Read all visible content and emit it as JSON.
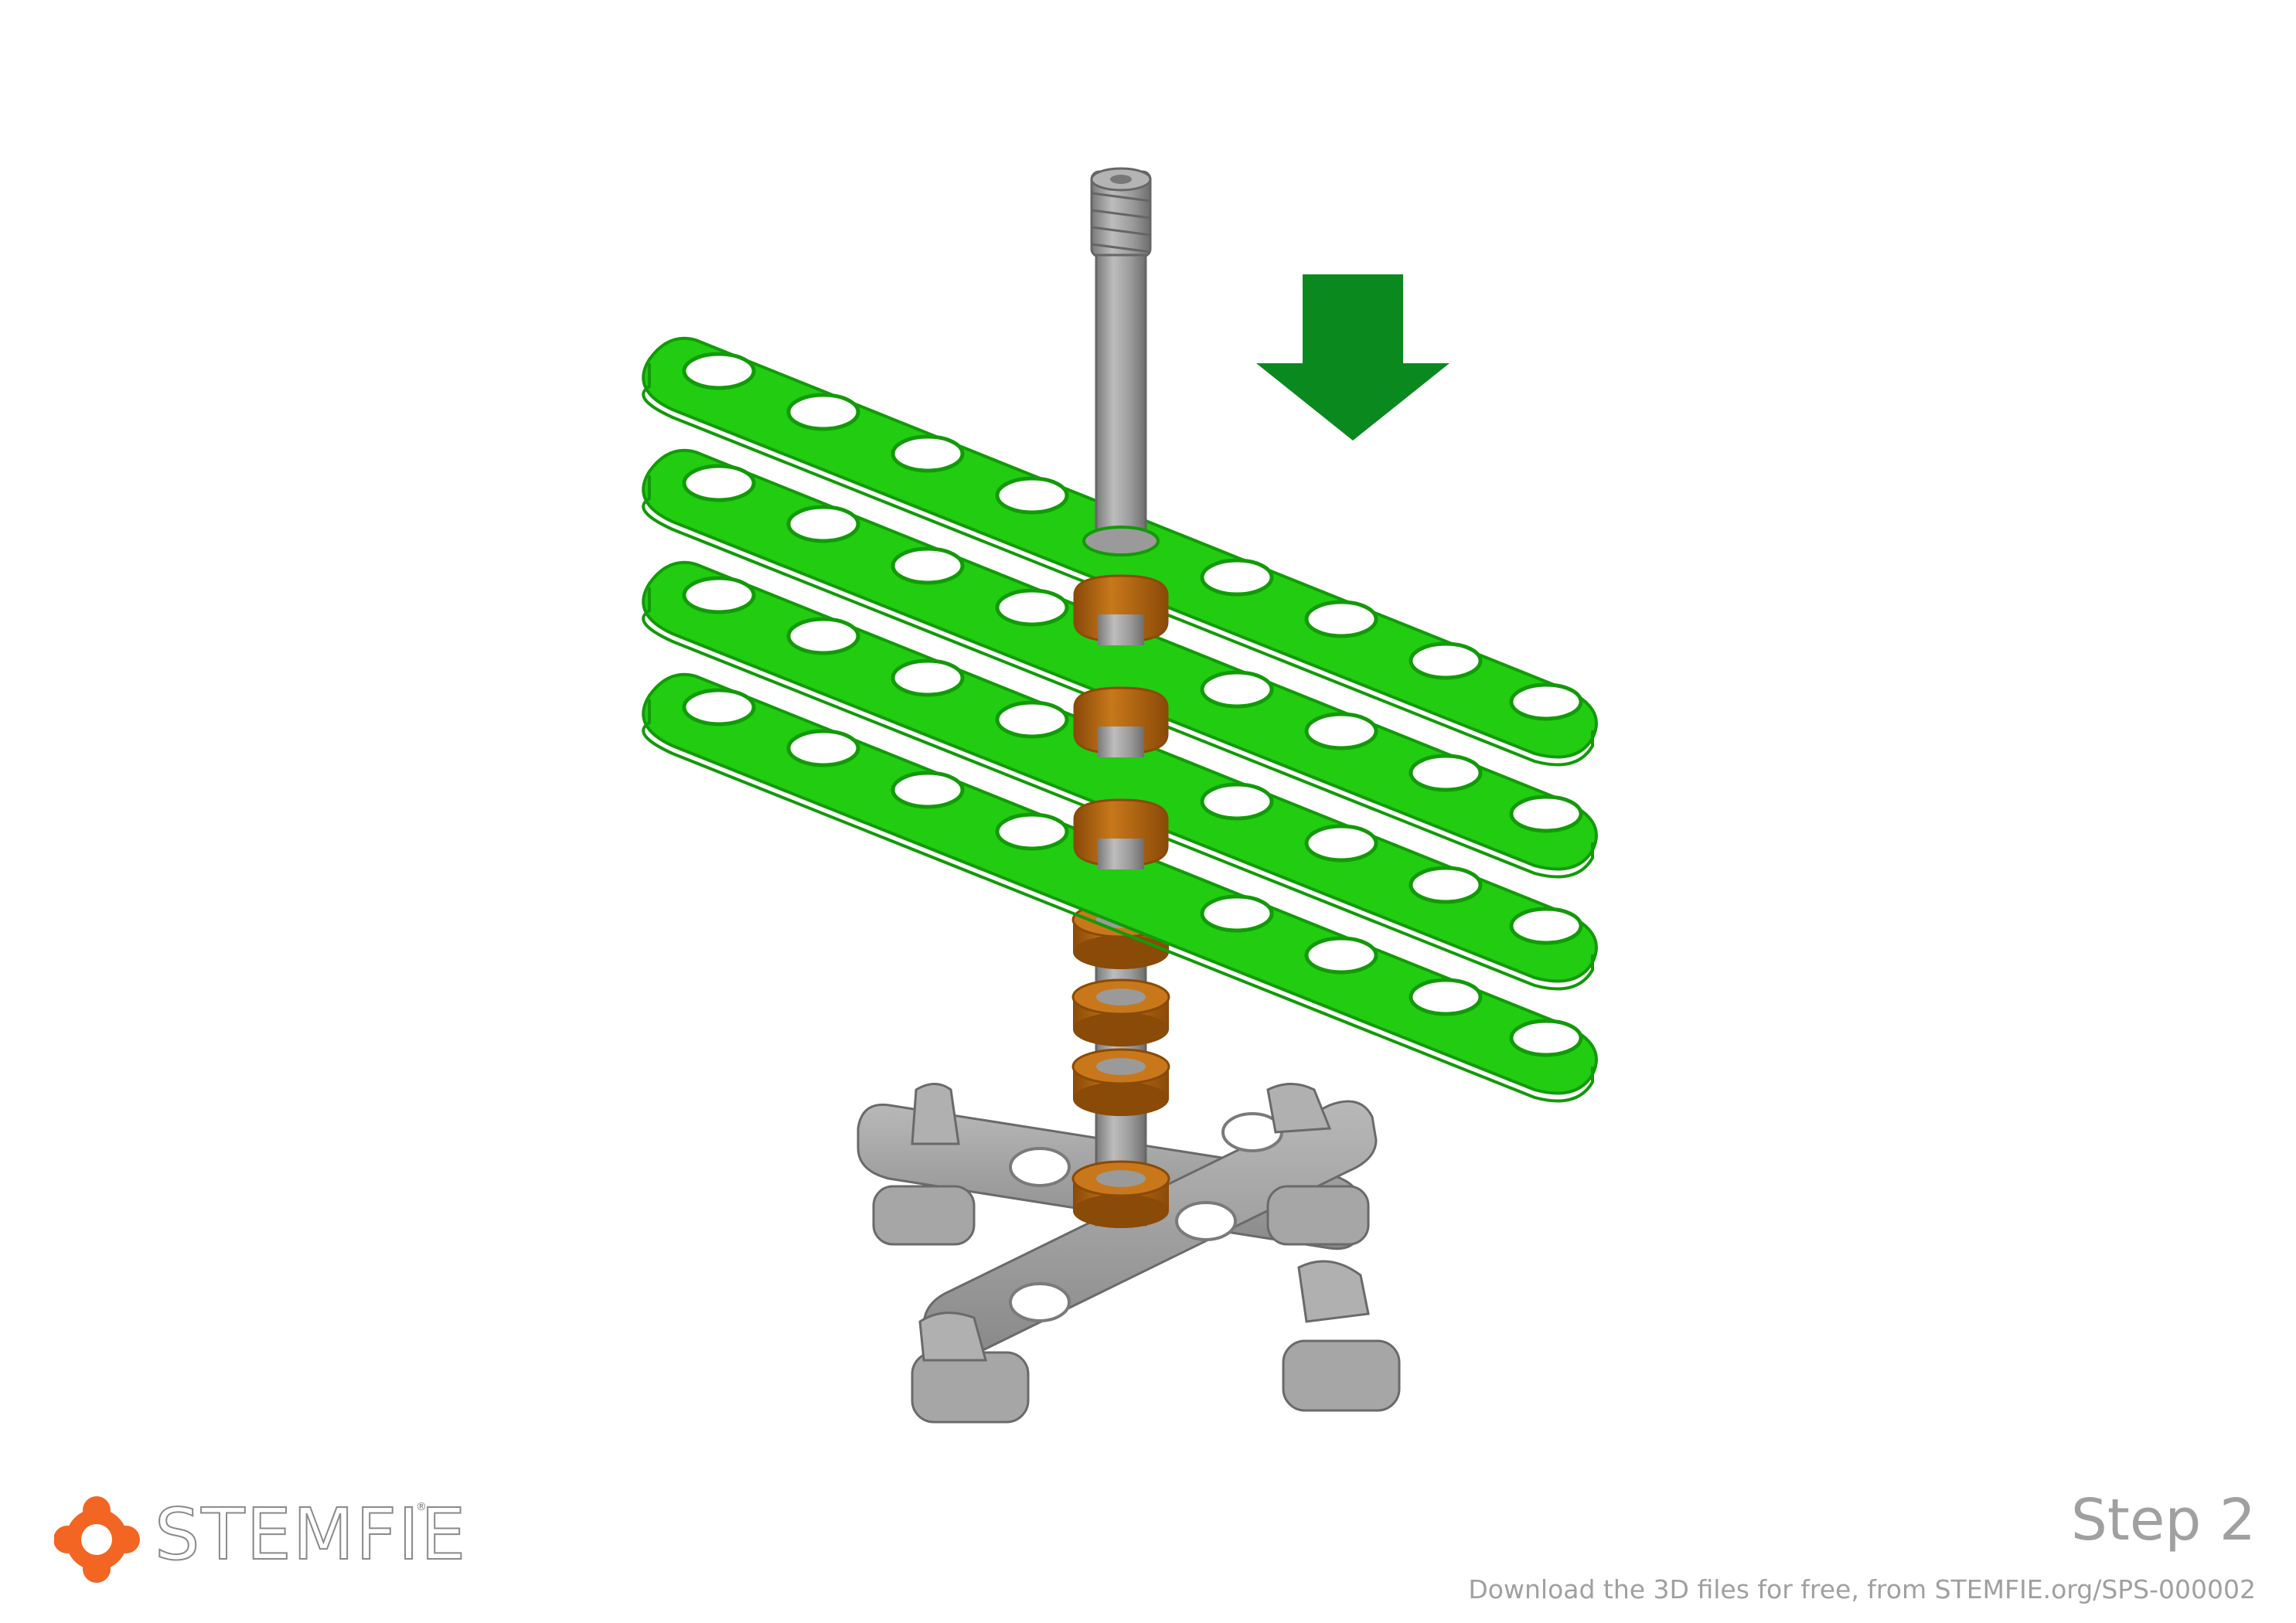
{
  "brand": {
    "name": "STEMFIE",
    "registered_mark": "®",
    "logo_color": "#f26522"
  },
  "step": {
    "label": "Step 2"
  },
  "footer": {
    "download_text": "Download the 3D files for free, from STEMFIE.org/SPS-000002"
  },
  "illustration": {
    "description_icon": "assembly-diagram",
    "beam_color": "#22cc11",
    "beam_count": 4,
    "beam_holes": 9,
    "spacer_color": "#b06410",
    "spacer_count": 7,
    "shaft_color": "#9a9a9a",
    "base_color": "#9e9e9e",
    "arrow_color": "#0a8a1e",
    "arrow_direction": "down"
  }
}
